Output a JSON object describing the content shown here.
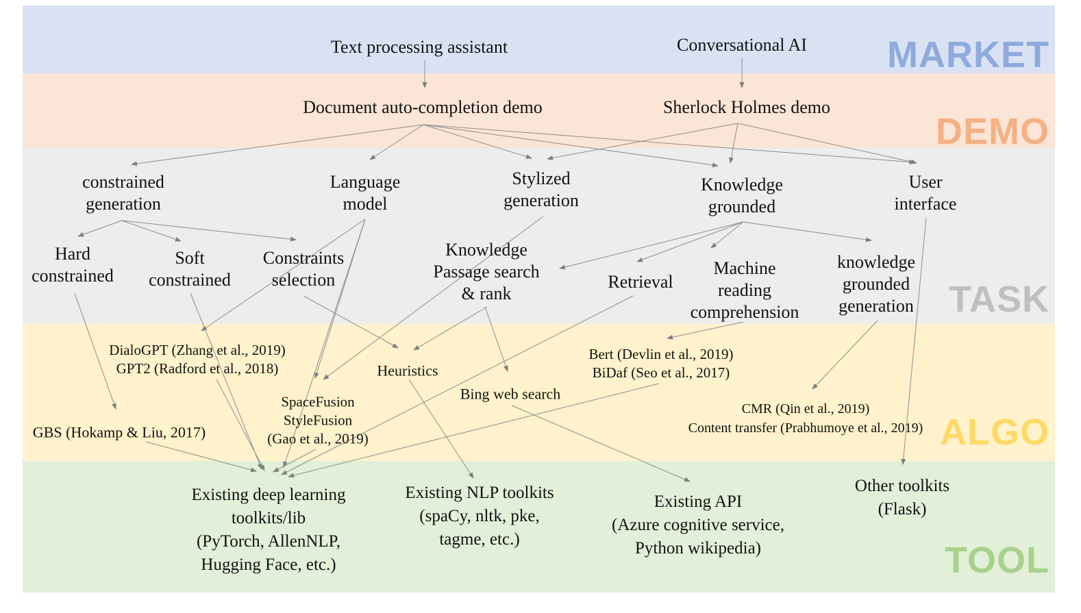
{
  "diagram": {
    "bands": {
      "market": {
        "label": "MARKET",
        "bg": "#d9e2f3",
        "label_color": "#8faadc"
      },
      "demo": {
        "label": "DEMO",
        "bg": "#fbe5d6",
        "label_color": "#f4b183"
      },
      "task": {
        "label": "TASK",
        "bg": "#ededed",
        "label_color": "#bfbfbf"
      },
      "algo": {
        "label": "ALGO",
        "bg": "#fff2cc",
        "label_color": "#ffd966"
      },
      "tool": {
        "label": "TOOL",
        "bg": "#e2efd9",
        "label_color": "#a9d18e"
      }
    },
    "arrow_color": "#8c8c8c",
    "nodes": {
      "text_processing_assistant": {
        "label": "Text processing assistant"
      },
      "conversational_ai": {
        "label": "Conversational AI"
      },
      "document_demo": {
        "label": "Document auto-completion demo"
      },
      "sherlock_demo": {
        "label": "Sherlock Holmes demo"
      },
      "constrained_generation": {
        "label": "constrained\ngeneration"
      },
      "language_model": {
        "label": "Language\nmodel"
      },
      "stylized_generation": {
        "label": "Stylized\ngeneration"
      },
      "knowledge_grounded": {
        "label": "Knowledge\ngrounded"
      },
      "user_interface": {
        "label": "User\ninterface"
      },
      "hard_constrained": {
        "label": "Hard\nconstrained"
      },
      "soft_constrained": {
        "label": "Soft\nconstrained"
      },
      "constraints_selection": {
        "label": "Constraints\nselection"
      },
      "knowledge_passage": {
        "label": "Knowledge\nPassage search\n& rank"
      },
      "retrieval": {
        "label": "Retrieval"
      },
      "machine_reading": {
        "label": "Machine\nreading\ncomprehension"
      },
      "kg_generation": {
        "label": "knowledge\ngrounded\ngeneration"
      },
      "dialogpt_gpt2": {
        "label": "DialoGPT (Zhang et al., 2019)\nGPT2  (Radford et al., 2018)"
      },
      "gbs": {
        "label": "GBS (Hokamp & Liu, 2017)"
      },
      "spacefusion": {
        "label": "SpaceFusion\nStyleFusion\n(Gao et al., 2019)"
      },
      "heuristics": {
        "label": "Heuristics"
      },
      "bing": {
        "label": "Bing web search"
      },
      "bert_bidaf": {
        "label": "Bert (Devlin et al., 2019)\nBiDaf (Seo et al., 2017)"
      },
      "cmr": {
        "label": "CMR (Qin et al., 2019)\nContent transfer (Prabhumoye et al., 2019)"
      },
      "existing_dl": {
        "label": "Existing deep learning\ntoolkits/lib\n(PyTorch, AllenNLP,\nHugging Face, etc.)"
      },
      "existing_nlp": {
        "label": "Existing NLP toolkits\n(spaCy, nltk, pke,\ntagme, etc.)"
      },
      "existing_api": {
        "label": "Existing API\n(Azure cognitive service,\nPython wikipedia)"
      },
      "other_toolkits": {
        "label": "Other toolkits\n(Flask)"
      }
    }
  }
}
